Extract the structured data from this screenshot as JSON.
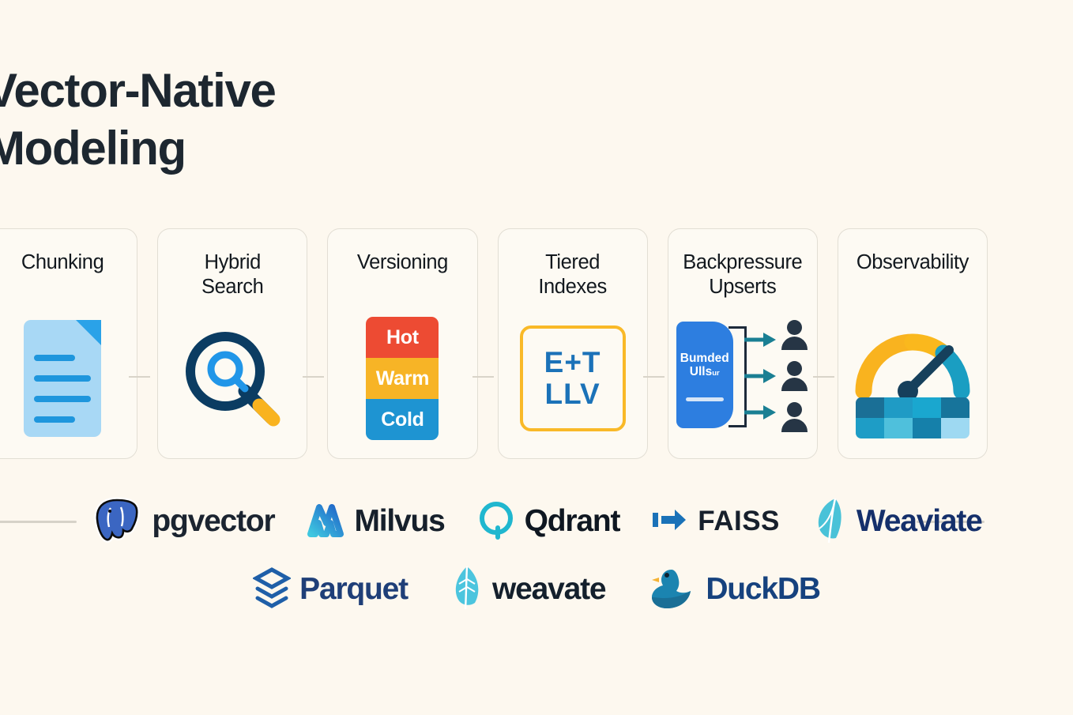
{
  "page": {
    "title": "Vector-Native\nModeling",
    "background_color": "#fdf8ef",
    "title_color": "#1d2730"
  },
  "cards": [
    {
      "title": "Chunking",
      "icon": "document-icon",
      "accent": "#a8d8f5"
    },
    {
      "title": "Hybrid\nSearch",
      "icon": "magnifier-icon",
      "accent": "#0b3c62"
    },
    {
      "title": "Versioning",
      "icon": "tier-stack-icon",
      "accent": "#ED4B33",
      "tiers": [
        {
          "label": "Hot",
          "color": "#ed4b33"
        },
        {
          "label": "Warm",
          "color": "#f7b426"
        },
        {
          "label": "Cold",
          "color": "#1e94d2"
        }
      ]
    },
    {
      "title": "Tiered\nIndexes",
      "icon": "index-box-icon",
      "accent": "#f9b928",
      "index_lines": [
        "E+T",
        "LLV"
      ]
    },
    {
      "title": "Backpressure\nUpserts",
      "icon": "backpressure-icon",
      "accent": "#2d7ee0",
      "box_label_top": "Bumded",
      "box_label_bottom": "Ulls",
      "box_label_bottom_small": "ur"
    },
    {
      "title": "Observability",
      "icon": "gauge-icon",
      "accent": "#f9b31f",
      "heatmap": [
        [
          "#1a6f96",
          "#1f9bc5",
          "#1aa7cf",
          "#17749b"
        ],
        [
          "#1e9dc6",
          "#4fc0dc",
          "#1580aa",
          "#9ed9f2"
        ]
      ]
    }
  ],
  "logos": {
    "row1": [
      {
        "name": "pgvector",
        "label": "pgvector",
        "color": "#1b2430",
        "mark": "postgres-elephant-mark"
      },
      {
        "name": "milvus",
        "label": "Milvus",
        "color": "#16202b",
        "mark": "milvus-arrow-mark"
      },
      {
        "name": "qdrant",
        "label": "Qdrant",
        "color": "#0f1721",
        "mark": "qdrant-q-mark"
      },
      {
        "name": "faiss",
        "label": "FAISS",
        "color": "#17202c",
        "mark": "faiss-arrow-mark"
      },
      {
        "name": "weaviate",
        "label": "Weaviate",
        "color": "#15306b",
        "mark": "weaviate-feather-mark"
      }
    ],
    "row2": [
      {
        "name": "parquet",
        "label": "Parquet",
        "color": "#1f3f78",
        "mark": "parquet-chevron-mark"
      },
      {
        "name": "weavate",
        "label": "weavate",
        "color": "#14202c",
        "mark": "leaf-mark"
      },
      {
        "name": "duckdb",
        "label": "DuckDB",
        "color": "#16427e",
        "mark": "duck-mark"
      }
    ]
  }
}
